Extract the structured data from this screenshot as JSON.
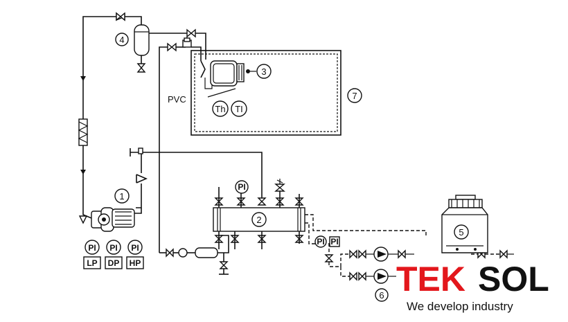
{
  "labels": {
    "n1": "1",
    "n2": "2",
    "n3": "3",
    "n4": "4",
    "n5": "5",
    "n6": "6",
    "n7": "7",
    "pvc": "PVC",
    "th": "Th",
    "ti": "TI",
    "pi": "PI",
    "lp": "LP",
    "dp": "DP",
    "hp": "HP"
  },
  "logo": {
    "tek": "TEK",
    "sol": "SOL",
    "tagline": "We develop industry"
  },
  "colors": {
    "logo_red": "#e3171c",
    "logo_black": "#111111",
    "line": "#111111"
  }
}
